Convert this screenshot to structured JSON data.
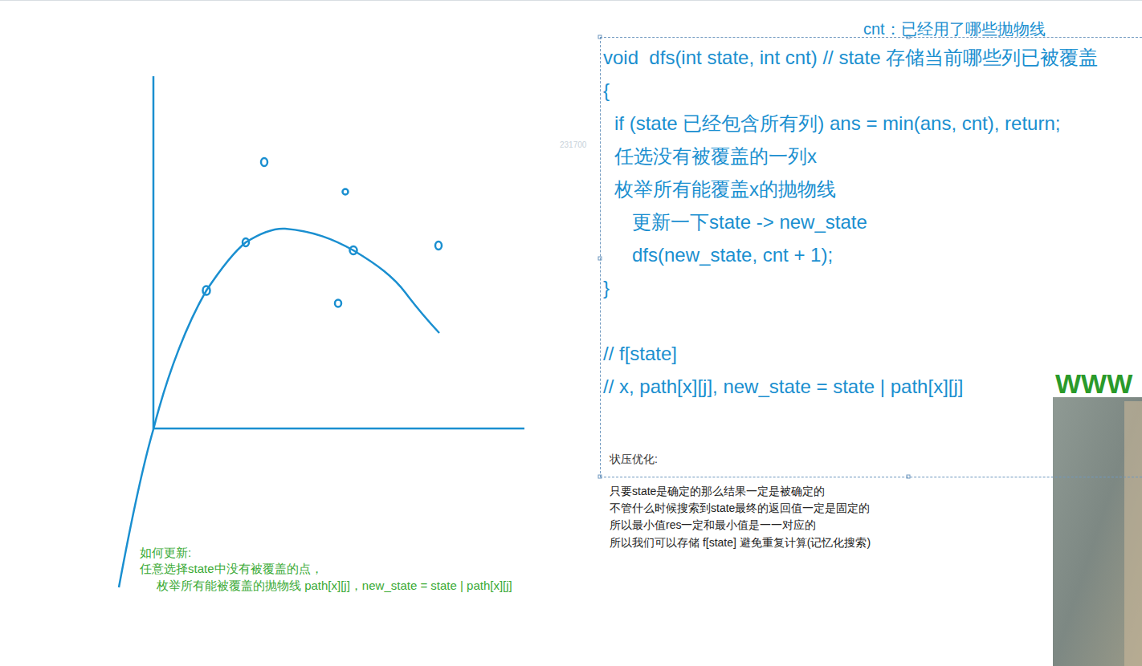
{
  "diagram": {
    "nodes": [
      {
        "text": [
          "void  dfs(int state, int cnt) // state 存储当前哪些列已被覆盖",
          "{",
          "if (state 已经包含所有列) ans = min(ans, cnt), return;",
          "任选没有被覆盖的一列x",
          "枚举所有能覆盖x的抛物线",
          "更新一下state -> new_state",
          "dfs(new_state, cnt + 1);",
          "}",
          "// f[state]",
          "// x, path[x][j], new_state = state | path[x][j]",
          "状压优化:"
        ]
      }
    ],
    "labels": [
      "cnt：已经用了哪些抛物线",
      "231700",
      "WWW",
      "如何更新:",
      "任意选择state中没有被覆盖的点，",
      "枚举所有能被覆盖的抛物线 path[x][j]，new_state = state | path[x][j]",
      "只要state是确定的那么结果一定是被确定的",
      "不管什么时候搜索到state最终的返回值一定是固定的",
      "所以最小值res一定和最小值是一一对应的",
      "所以我们可以存储 f[state] 避免重复计算(记忆化搜索)"
    ]
  }
}
